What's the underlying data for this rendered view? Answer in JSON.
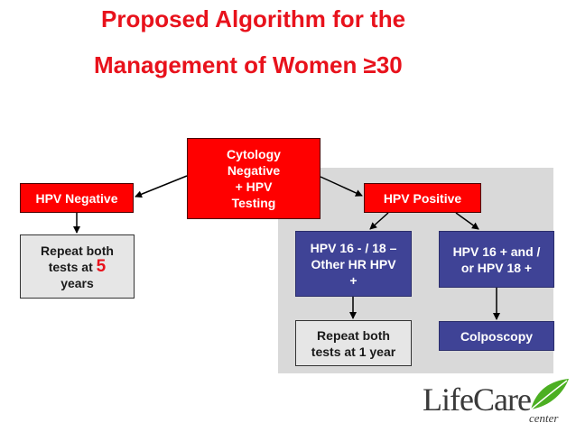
{
  "title": {
    "line1": "Proposed Algorithm for the",
    "line2": "Management of Women ≥30"
  },
  "nodes": {
    "cytology": "Cytology\nNegative\n+ HPV\nTesting",
    "hpv_negative": "HPV Negative",
    "hpv_positive": "HPV Positive",
    "repeat_5_pre": "Repeat both\ntests at ",
    "repeat_5_num": "5",
    "repeat_5_post": "years",
    "hpv16_neg": "HPV 16 - / 18 –\nOther HR HPV\n+",
    "hpv16_pos": "HPV 16 + and /\nor HPV 18 +",
    "repeat_1": "Repeat both\ntests at 1 year",
    "colposcopy": "Colposcopy"
  },
  "logo": {
    "name": "LifeCare",
    "sub": "center"
  },
  "colors": {
    "title": "#e8121c",
    "red_box": "#ff0000",
    "navy_box": "#3f4396",
    "gray_box": "#e6e6e6",
    "panel": "#d9d9d9",
    "leaf": "#4caf22"
  }
}
